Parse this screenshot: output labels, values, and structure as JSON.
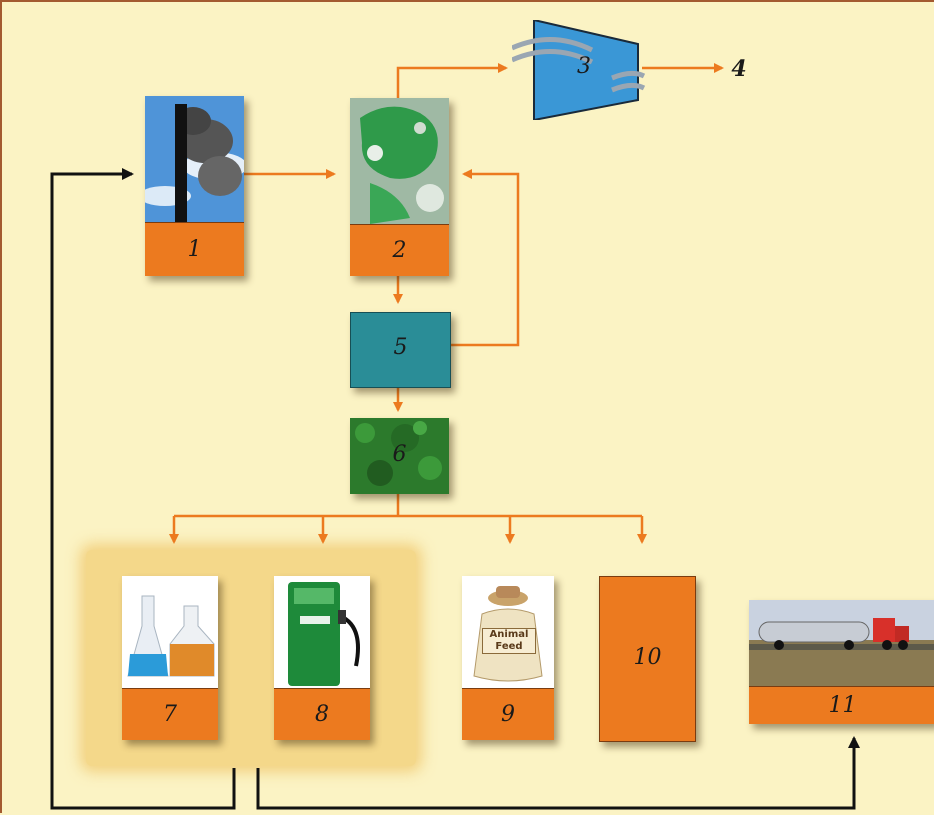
{
  "nodes": {
    "n1": {
      "label": "1"
    },
    "n2": {
      "label": "2"
    },
    "n3": {
      "label": "3"
    },
    "n4": {
      "label": "4"
    },
    "n5": {
      "label": "5"
    },
    "n6": {
      "label": "6"
    },
    "n7": {
      "label": "7"
    },
    "n8": {
      "label": "8"
    },
    "n9": {
      "label": "9",
      "bag_text": "Animal Feed"
    },
    "n10": {
      "label": "10"
    },
    "n11": {
      "label": "11"
    }
  },
  "colors": {
    "background": "#fbf3c4",
    "label_orange": "#ec7a1f",
    "arrow_orange": "#ec7a1f",
    "arrow_black": "#111111",
    "teal": "#2a8d97",
    "highlight": "#f4d88a"
  }
}
